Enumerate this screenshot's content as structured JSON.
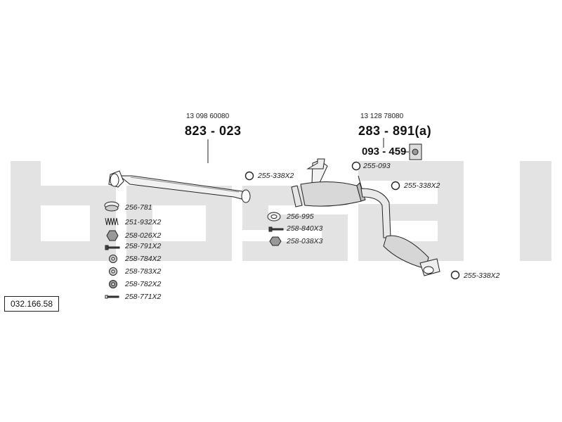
{
  "watermark": {
    "text": "bosal",
    "color": "#e3e3e3"
  },
  "kit_number": "032.166.58",
  "parts": {
    "front_pipe": {
      "ref": "13 098 60080",
      "number": "823 - 023"
    },
    "rear_silencer": {
      "ref": "13 128 78080",
      "number": "283 - 891(a)"
    },
    "rubber_mount": {
      "number": "093 - 459"
    }
  },
  "fittings": [
    {
      "code": "255-338X2",
      "icon": "ring-clamp-icon"
    },
    {
      "code": "255-093",
      "icon": "ring-clamp-icon"
    },
    {
      "code": "255-338X2",
      "icon": "ring-clamp-icon"
    },
    {
      "code": "256-781",
      "icon": "gasket-cone-icon"
    },
    {
      "code": "251-932X2",
      "icon": "spring-icon"
    },
    {
      "code": "258-026X2",
      "icon": "nut-icon"
    },
    {
      "code": "258-791X2",
      "icon": "bolt-icon"
    },
    {
      "code": "258-784X2",
      "icon": "washer-icon"
    },
    {
      "code": "258-783X2",
      "icon": "washer-icon"
    },
    {
      "code": "258-782X2",
      "icon": "washer-icon"
    },
    {
      "code": "258-771X2",
      "icon": "pin-icon"
    },
    {
      "code": "256-995",
      "icon": "gasket-ring-icon"
    },
    {
      "code": "258-840X3",
      "icon": "bolt-icon"
    },
    {
      "code": "258-038X3",
      "icon": "nut-icon"
    },
    {
      "code": "255-338X2",
      "icon": "ring-clamp-icon"
    }
  ]
}
